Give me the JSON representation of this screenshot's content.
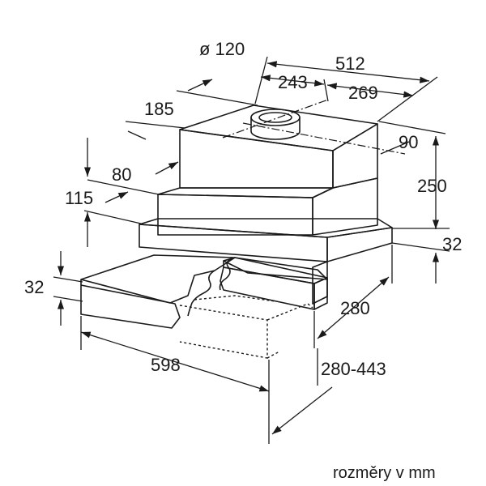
{
  "dimensions": {
    "duct_diameter": "ø 120",
    "width_top": "512",
    "offset_left": "243",
    "offset_right": "269",
    "depth_left": "185",
    "depth_right": "90",
    "chimney_height": "250",
    "step_80": "80",
    "step_115": "115",
    "frame_32": "32",
    "front_32": "32",
    "width_front": "598",
    "depth_280": "280",
    "depth_range": "280-443"
  },
  "caption": "rozměry v mm"
}
